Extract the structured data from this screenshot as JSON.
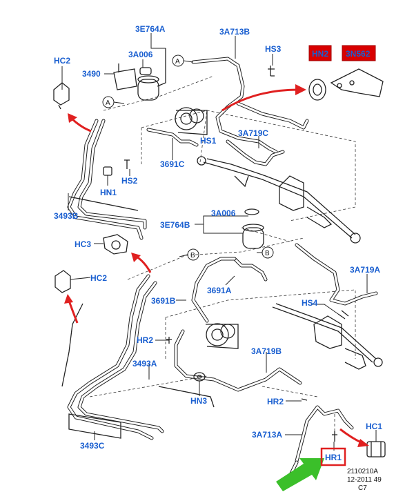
{
  "labels": {
    "l_3E764A_top": "3E764A",
    "l_3A713B": "3A713B",
    "l_HS3": "HS3",
    "l_HN2": "HN2",
    "l_3N562": "3N562",
    "l_HC2_top": "HC2",
    "l_3A006_top": "3A006",
    "l_3490": "3490",
    "l_A_top": "A",
    "l_A_mid": "A",
    "l_HS1": "HS1",
    "l_3A719C": "3A719C",
    "l_3691C": "3691C",
    "l_HS2": "HS2",
    "l_HN1": "HN1",
    "l_3493B": "3493B",
    "l_3A006_mid": "3A006",
    "l_3E764B": "3E764B",
    "l_HC3": "HC3",
    "l_B_left": "B",
    "l_B_right": "B",
    "l_HC2_bot": "HC2",
    "l_3691A": "3691A",
    "l_3A719A": "3A719A",
    "l_3691B": "3691B",
    "l_HS4": "HS4",
    "l_HR2_left": "HR2",
    "l_3493A": "3493A",
    "l_3A719B": "3A719B",
    "l_HN3": "HN3",
    "l_HR2_right": "HR2",
    "l_3493C": "3493C",
    "l_3A713A": "3A713A",
    "l_HC1": "HC1",
    "l_HR1": "HR1"
  },
  "footer": {
    "line1": "2110210A",
    "line2": "12-2011 49",
    "line3": "C7"
  },
  "colors": {
    "label_blue": "#1a5fd0",
    "highlight_red": "#e02020",
    "arrow_green": "#3bbf2a",
    "hn2_fill": "#d80000"
  }
}
